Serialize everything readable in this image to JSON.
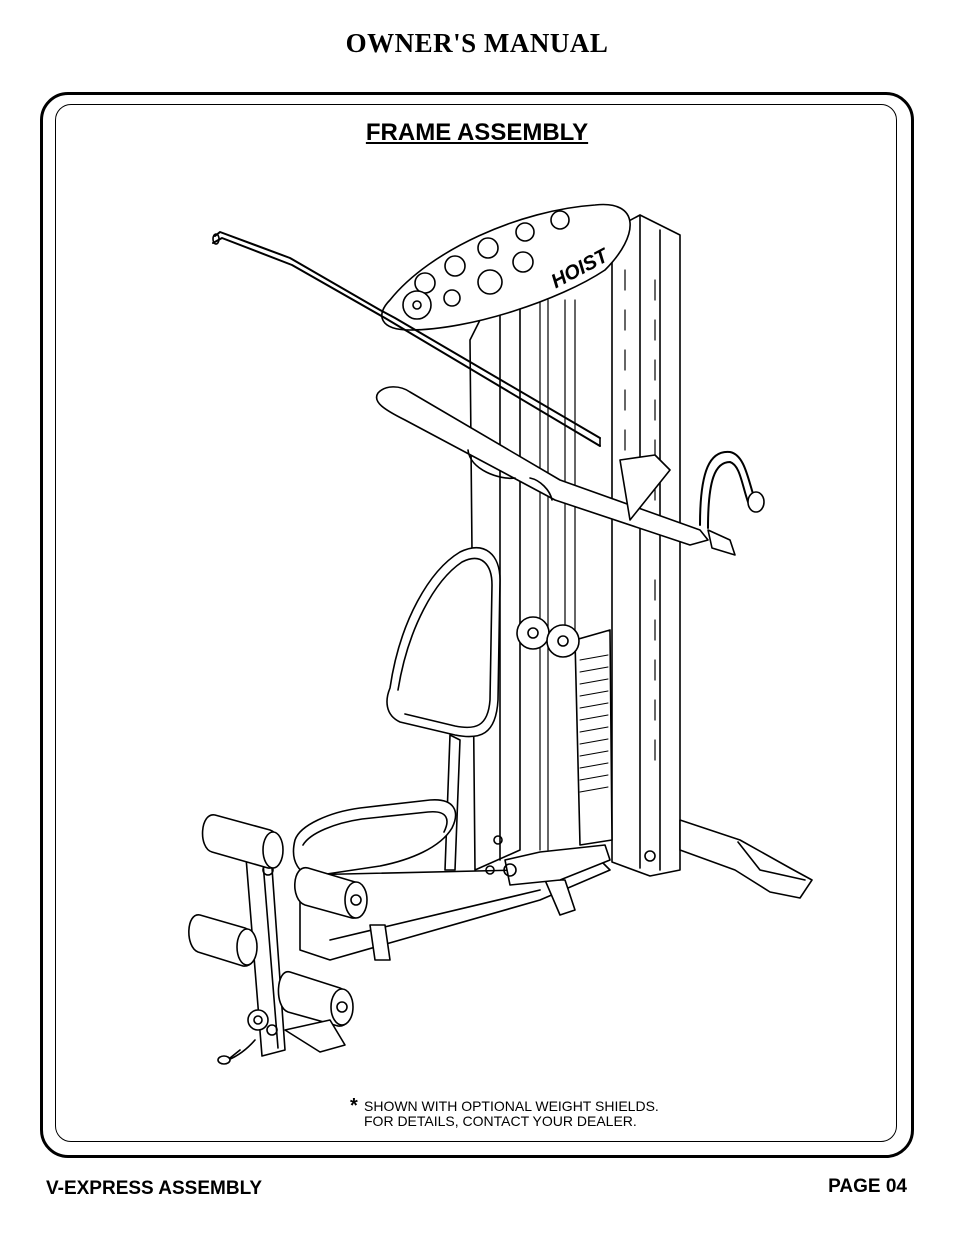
{
  "header": {
    "title": "OWNER'S MANUAL"
  },
  "section": {
    "title": "FRAME ASSEMBLY"
  },
  "illustration": {
    "logo_text": "HOIST"
  },
  "note": {
    "marker": "*",
    "line1": "SHOWN WITH OPTIONAL WEIGHT SHIELDS.",
    "line2": "FOR DETAILS, CONTACT YOUR DEALER."
  },
  "footer": {
    "left": "V-EXPRESS ASSEMBLY",
    "right": "PAGE 04"
  }
}
